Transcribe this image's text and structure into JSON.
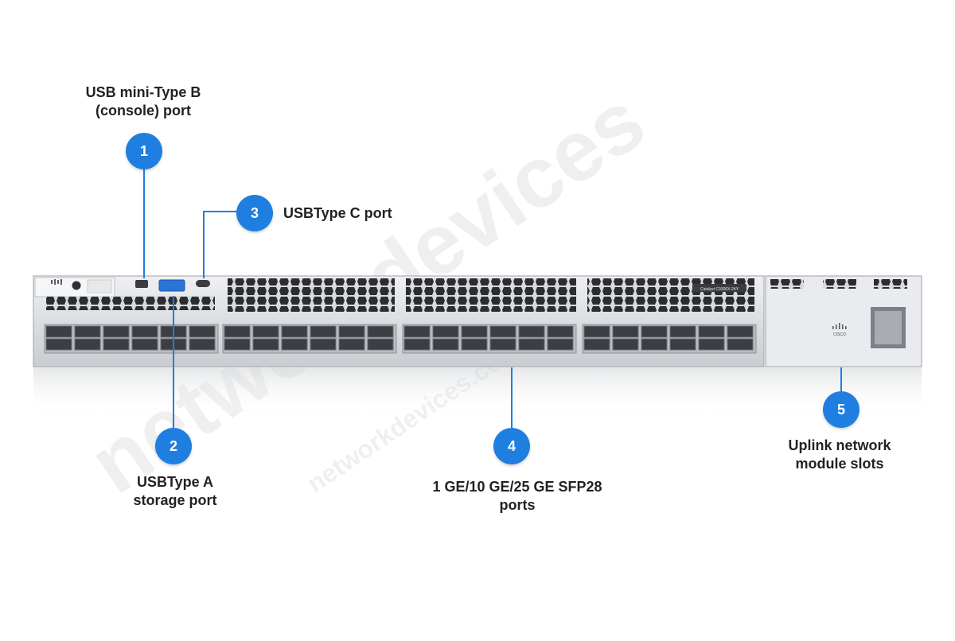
{
  "accent_color": "#1f7fe0",
  "watermark": {
    "main": "networkdevices",
    "secondary": "networkdevices.com"
  },
  "device": {
    "logo_text": "CISCO",
    "model_badge": "Catalyst C9300X-24Y"
  },
  "callouts": [
    {
      "number": "1",
      "label": "USB mini-Type B\n(console) port"
    },
    {
      "number": "2",
      "label": "USBType A\nstorage port"
    },
    {
      "number": "3",
      "label": "USBType C port"
    },
    {
      "number": "4",
      "label": "1 GE/10  GE/25 GE SFP28\nports"
    },
    {
      "number": "5",
      "label": "Uplink network\nmodule slots"
    }
  ]
}
